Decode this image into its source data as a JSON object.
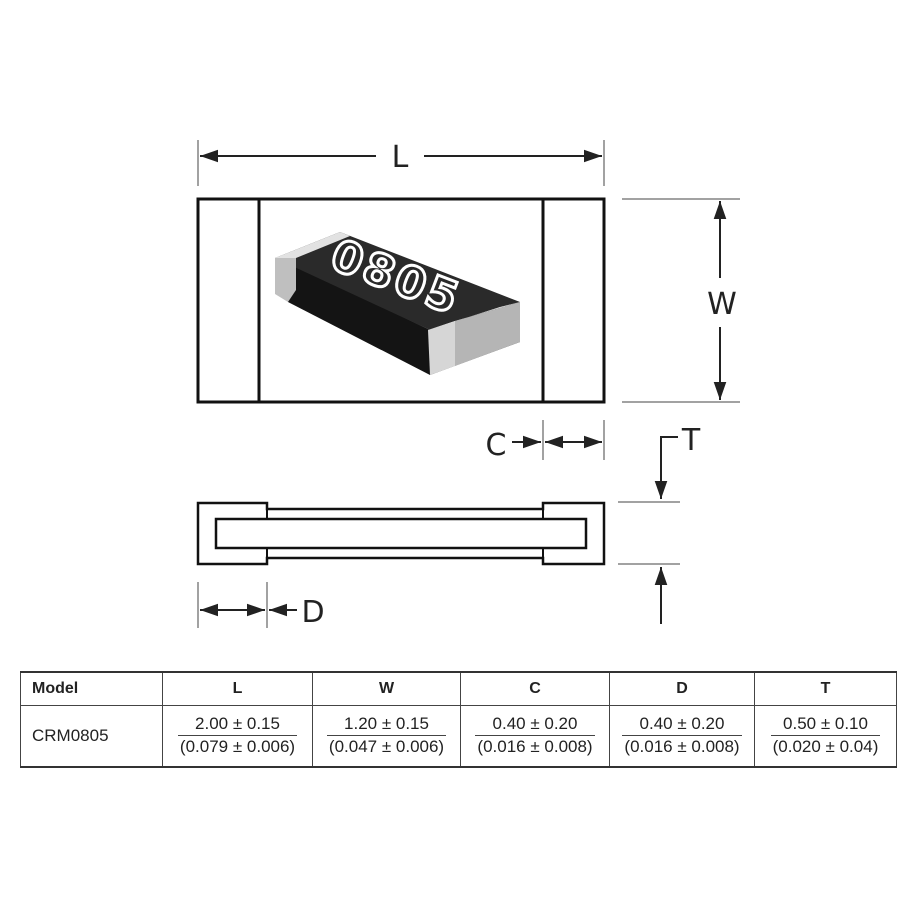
{
  "dimensions": {
    "L": "L",
    "W": "W",
    "C": "C",
    "T": "T",
    "D": "D"
  },
  "chip": {
    "marking": "0805",
    "body_color": "#1e1e1e",
    "terminal_color": "#cfcfcf"
  },
  "table": {
    "headers": [
      "Model",
      "L",
      "W",
      "C",
      "D",
      "T"
    ],
    "rows": [
      {
        "model": "CRM0805",
        "values": [
          {
            "mm": "2.00 ± 0.15",
            "inch": "(0.079 ± 0.006)"
          },
          {
            "mm": "1.20 ± 0.15",
            "inch": "(0.047 ± 0.006)"
          },
          {
            "mm": "0.40 ± 0.20",
            "inch": "(0.016 ± 0.008)"
          },
          {
            "mm": "0.40 ± 0.20",
            "inch": "(0.016 ± 0.008)"
          },
          {
            "mm": "0.50 ± 0.10",
            "inch": "(0.020 ± 0.04)"
          }
        ]
      }
    ]
  }
}
